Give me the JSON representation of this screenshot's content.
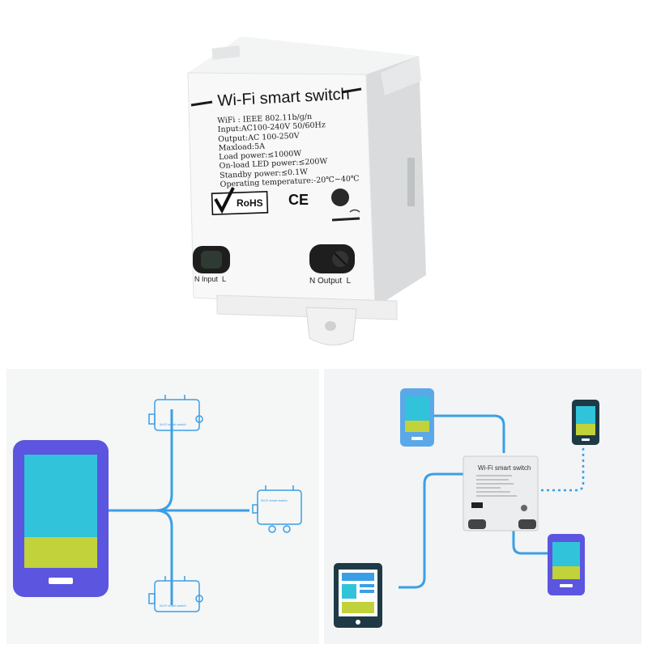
{
  "device": {
    "title": "Wi-Fi smart switch",
    "specs": [
      "WiFi : IEEE 802.11b/g/n",
      "Input:AC100-240V   50/60Hz",
      "Output:AC 100-250V",
      "Maxload:5A",
      "Load power:≤1000W",
      "On-load LED power:≤200W",
      "Standby power:≤0.1W",
      "Operating temperature:-20℃~40℃"
    ],
    "rohs_label": "RoHS",
    "ce_label": "CE",
    "input_port_label": "N Input  L",
    "output_port_label": "N Output  L"
  },
  "panels": {
    "left": {
      "module_label": "Wi-Fi smart switch",
      "colors": {
        "line": "#3a9fe6",
        "phone_body": "#5b55e0",
        "screen_top": "#31c3d9",
        "screen_bottom": "#c1d23a"
      }
    },
    "right": {
      "module_title": "Wi-Fi smart switch",
      "colors": {
        "line": "#3a9fe6",
        "background": "#f2f4f5"
      }
    }
  }
}
